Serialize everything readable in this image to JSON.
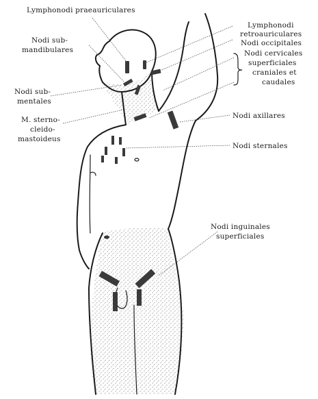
{
  "labels": {
    "praeauriculares": "Lymphonodi praeauriculares",
    "submandibulares_1": "Nodi sub-",
    "submandibulares_2": "mandibulares",
    "retro_1": "Lymphonodi",
    "retro_2": "retroauriculares",
    "occipitales": "Nodi occipitales",
    "cervicales_1": "Nodi cervicales",
    "cervicales_2": "superficiales",
    "cervicales_3": "craniales et",
    "cervicales_4": "caudales",
    "submentales_1": "Nodi sub-",
    "submentales_2": "mentales",
    "scm_1": "M. sterno-",
    "scm_2": "cleido-",
    "scm_3": "mastoideus",
    "axillares": "Nodi axillares",
    "sternales": "Nodi sternales",
    "inguinales_1": "Nodi inguinales",
    "inguinales_2": "superficiales"
  },
  "colors": {
    "ink": "#1a1a1a",
    "node": "#3a3a3a",
    "background": "#ffffff"
  }
}
